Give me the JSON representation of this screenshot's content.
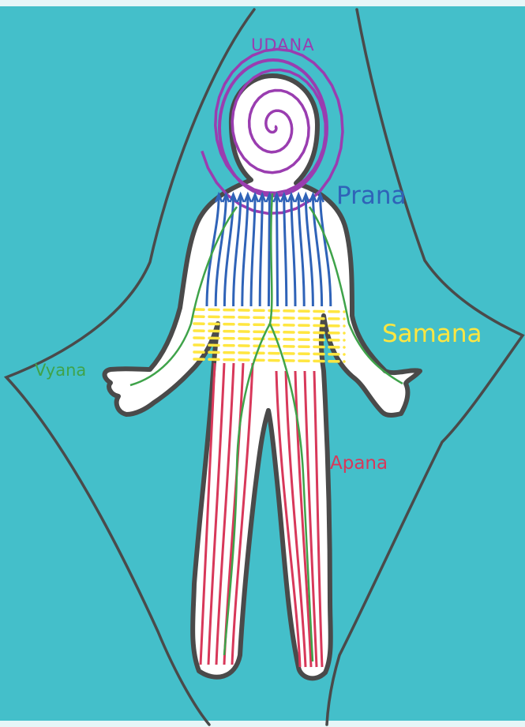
{
  "labels": {
    "udana": "UDANA",
    "prana": "Prana",
    "samana": "Samana",
    "vyana": "Vyana",
    "apana": "Apana"
  },
  "colors": {
    "background": "#44bfca",
    "paper_edge": "#e6f6f8",
    "outline": "#4a4a4a",
    "body_fill": "#ffffff",
    "udana": "#9a3db0",
    "prana": "#2f63b8",
    "samana": "#ffe640",
    "vyana": "#3fa34a",
    "apana": "#d8385a"
  }
}
